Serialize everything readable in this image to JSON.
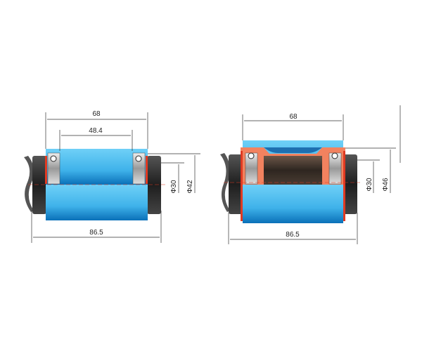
{
  "left_diagram": {
    "shell_width": "68",
    "inner_width": "48.4",
    "overall_width": "86.5",
    "inner_diameter": "Φ30",
    "outer_diameter": "Φ42"
  },
  "right_diagram": {
    "shell_width": "68",
    "overall_width": "86.5",
    "inner_diameter": "Φ30",
    "outer_diameter": "Φ46"
  },
  "colors": {
    "shell_blue": "#3fb2ea",
    "shell_blue_dark": "#0a70b8",
    "cup_black": "#2b2b2b",
    "seal_red": "#e03a22",
    "sleeve_orange": "#f2825f"
  }
}
